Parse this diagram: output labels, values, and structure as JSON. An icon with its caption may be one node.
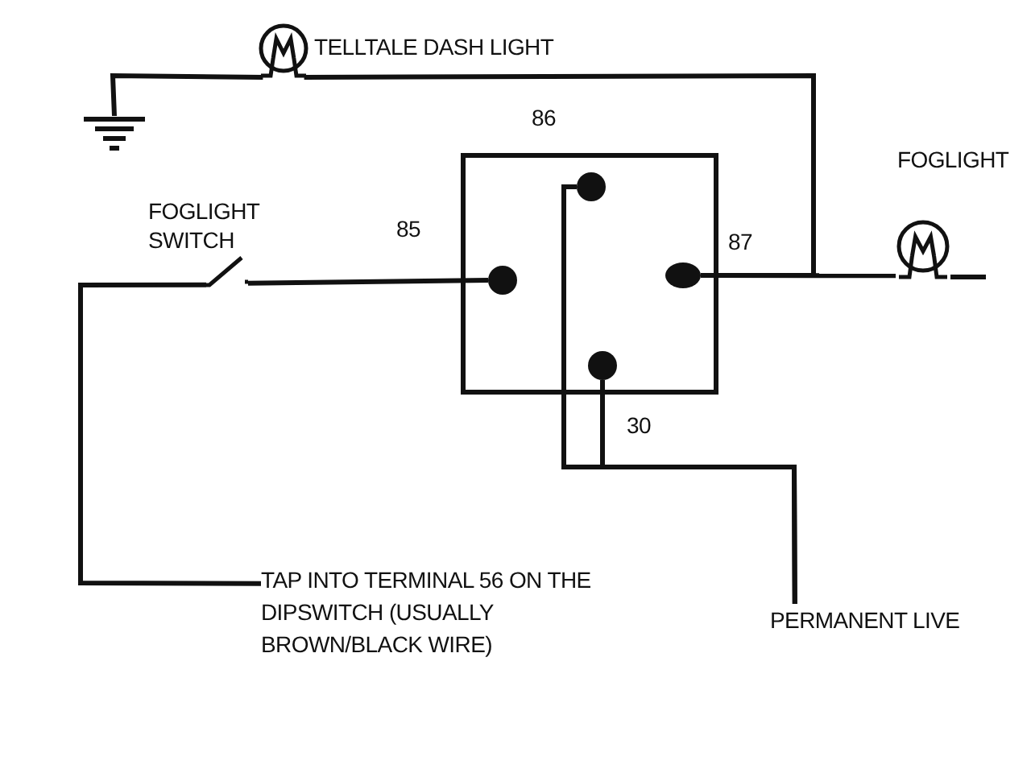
{
  "diagram": {
    "nodes": [
      {
        "text": [],
        "shape": "box"
      },
      {
        "text": [],
        "shape": "circle",
        "in": 0,
        "beside": [
          "86"
        ]
      },
      {
        "text": [],
        "shape": "circle",
        "in": 0,
        "beside": [
          "85"
        ]
      },
      {
        "text": [],
        "shape": "circle",
        "in": 0,
        "beside": [
          "87"
        ]
      },
      {
        "text": [],
        "shape": "circle",
        "in": 0,
        "beside": [
          "30"
        ]
      },
      {
        "text": [],
        "shape": "ground"
      },
      {
        "text": [],
        "shape": "lamp",
        "beside": [
          "TELLTALE DASH LIGHT"
        ]
      },
      {
        "text": [],
        "shape": "lamp",
        "beside": [
          "FOGLIGHT"
        ]
      },
      {
        "text": [],
        "shape": "switch",
        "beside": [
          "FOGLIGHT SWITCH"
        ]
      },
      {
        "text": [
          "TAP INTO TERMINAL 56 ON THE DIPSWITCH (USUALLY BROWN/BLACK WIRE)"
        ]
      },
      {
        "text": [
          "PERMANENT LIVE"
        ]
      }
    ],
    "edges": [
      {
        "from": 5,
        "to": 6,
        "arrow": "none"
      },
      {
        "from": 3,
        "to": 6,
        "arrow": "none"
      },
      {
        "from": 3,
        "to": 7,
        "arrow": "none"
      },
      {
        "from": 8,
        "to": 2,
        "arrow": "none"
      },
      {
        "from": 9,
        "to": 8,
        "arrow": "none"
      },
      {
        "from": 1,
        "to": 10,
        "arrow": "none"
      },
      {
        "from": 4,
        "to": 10,
        "arrow": "none"
      }
    ]
  }
}
